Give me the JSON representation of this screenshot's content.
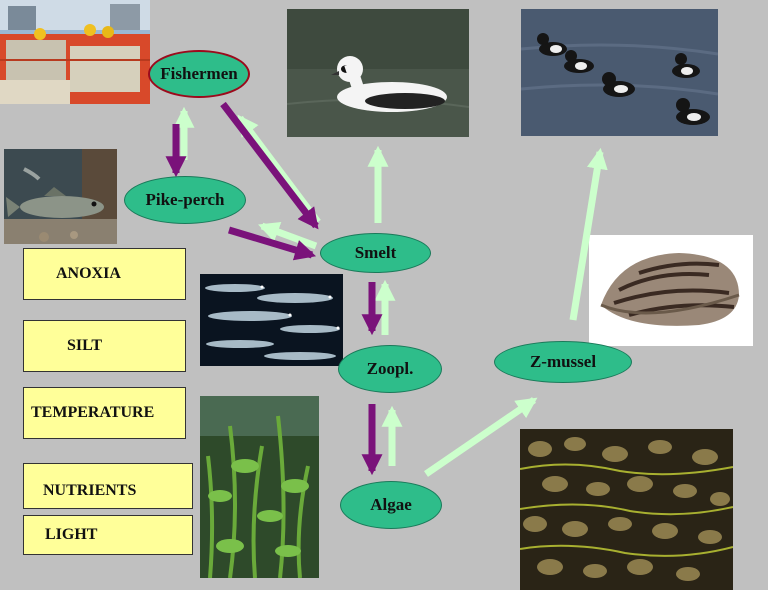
{
  "nodes": {
    "fishermen": "Fishermen",
    "pike_perch": "Pike-perch",
    "smelt": "Smelt",
    "zoopl": "Zoopl.",
    "algae": "Algae",
    "z_mussel": "Z-mussel"
  },
  "factors": [
    "ANOXIA",
    "SILT",
    "TEMPERATURE",
    "NUTRIENTS",
    "LIGHT"
  ],
  "colors": {
    "background": "#c0c0c0",
    "node_fill": "#2ebd8a",
    "node_border": "#1a7a5a",
    "fishermen_border": "#9c0a1c",
    "arrow_purple": "#7a127a",
    "arrow_green": "#ccffcc",
    "factor_fill": "#ffff99"
  },
  "photos": [
    "fishing-catch-photo",
    "smew-duck-photo",
    "tufted-ducks-photo",
    "pike-perch-photo",
    "smelt-fish-photo",
    "zebra-mussel-shell-photo",
    "aquatic-plants-photo",
    "mussel-colony-photo"
  ]
}
